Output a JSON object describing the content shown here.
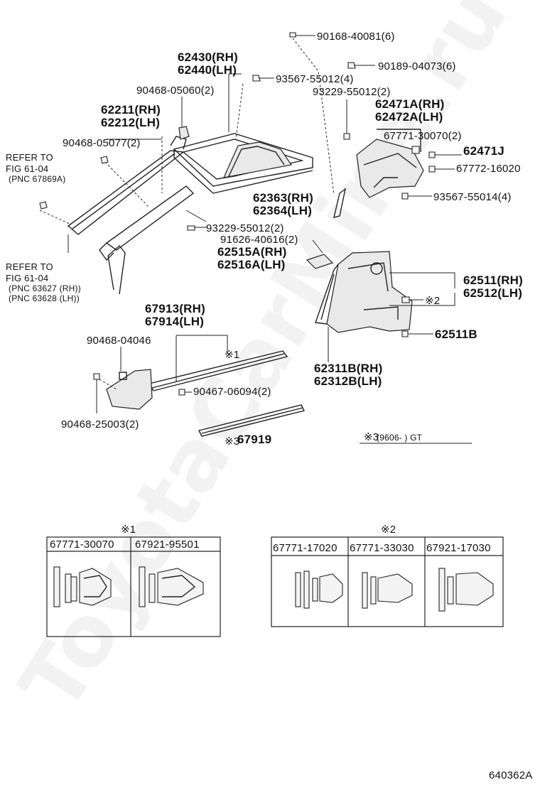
{
  "labels": {
    "l_90168": "90168-40081(6)",
    "l_90189": "90189-04073(6)",
    "l_62430": "62430(RH)",
    "l_62440": "62440(LH)",
    "l_93567a": "93567-55012(4)",
    "l_90468_05060": "90468-05060(2)",
    "l_93229a": "93229-55012(2)",
    "l_62211": "62211(RH)",
    "l_62212": "62212(LH)",
    "l_62471a": "62471A(RH)",
    "l_62472a": "62472A(LH)",
    "l_90468_05077": "90468-05077(2)",
    "l_67771_30070b": "67771-30070(2)",
    "l_62471j": "62471J",
    "l_67772": "67772-16020",
    "l_refer1_a": "REFER TO",
    "l_refer1_b": "FIG 61-04",
    "l_refer1_c": "(PNC 67869A)",
    "l_62363": "62363(RH)",
    "l_62364": "62364(LH)",
    "l_93567b": "93567-55014(4)",
    "l_93229b": "93229-55012(2)",
    "l_91626": "91626-40616(2)",
    "l_62515a": "62515A(RH)",
    "l_62516a": "62516A(LH)",
    "l_refer2_a": "REFER TO",
    "l_refer2_b": "FIG 61-04",
    "l_refer2_c": "(PNC 63627 (RH))",
    "l_refer2_d": "(PNC 63628 (LH))",
    "l_62511": "62511(RH)",
    "l_62512": "62512(LH)",
    "l_note2": "※2",
    "l_67913": "67913(RH)",
    "l_67914": "67914(LH)",
    "l_62511b": "62511B",
    "l_90468_04046": "90468-04046",
    "l_note1": "※1",
    "l_62311b": "62311B(RH)",
    "l_62312b": "62312B(LH)",
    "l_90467": "90467-06094(2)",
    "l_90468_25003": "90468-25003(2)",
    "l_note3": "※3",
    "l_67919": "67919",
    "l_note3_legend": "※3",
    "l_legend_text": "(9606-        ) GT"
  },
  "table1": {
    "mark": "※1",
    "parts": [
      "67771-30070",
      "67921-95501"
    ]
  },
  "table2": {
    "mark": "※2",
    "parts": [
      "67771-17020",
      "67771-33030",
      "67921-17030"
    ]
  },
  "watermark": "ToyotaCarMine.ru",
  "figure_code": "640362A"
}
